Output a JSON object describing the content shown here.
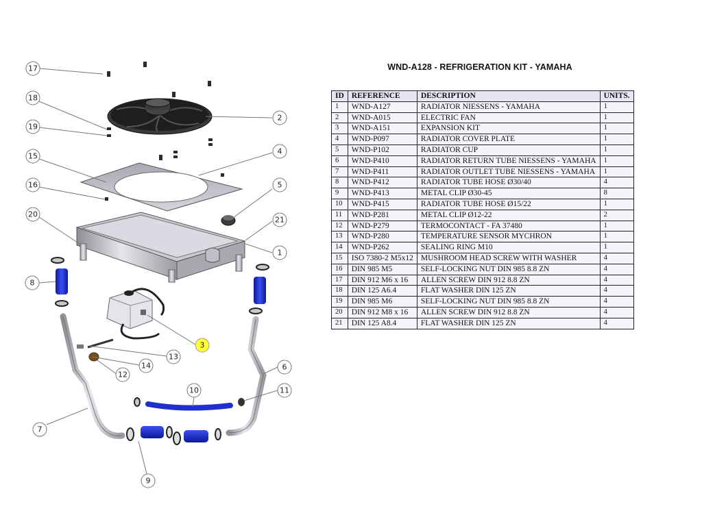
{
  "title": "WND-A128 - REFRIGERATION KIT - YAMAHA",
  "table": {
    "headers": [
      "ID",
      "REFERENCE",
      "DESCRIPTION",
      "UNITS."
    ],
    "rows": [
      [
        "1",
        "WND-A127",
        "RADIATOR NIESSENS - YAMAHA",
        "1"
      ],
      [
        "2",
        "WND-A015",
        "ELECTRIC FAN",
        "1"
      ],
      [
        "3",
        "WND-A151",
        "EXPANSION KIT",
        "1"
      ],
      [
        "4",
        "WND-P097",
        "RADIATOR COVER PLATE",
        "1"
      ],
      [
        "5",
        "WND-P102",
        "RADIATOR CUP",
        "1"
      ],
      [
        "6",
        "WND-P410",
        "RADIATOR RETURN TUBE NIESSENS - YAMAHA",
        "1"
      ],
      [
        "7",
        "WND-P411",
        "RADIATOR OUTLET TUBE NIESSENS - YAMAHA",
        "1"
      ],
      [
        "8",
        "WND-P412",
        "RADIATOR TUBE HOSE Ø30/40",
        "4"
      ],
      [
        "9",
        "WND-P413",
        "METAL CLIP Ø30-45",
        "8"
      ],
      [
        "10",
        "WND-P415",
        "RADIATOR TUBE HOSE Ø15/22",
        "1"
      ],
      [
        "11",
        "WND-P281",
        "METAL CLIP Ø12-22",
        "2"
      ],
      [
        "12",
        "WND-P279",
        "TERMOCONTACT - FA 37480",
        "1"
      ],
      [
        "13",
        "WND-P280",
        "TEMPERATURE SENSOR MYCHRON",
        "1"
      ],
      [
        "14",
        "WND-P262",
        "SEALING RING M10",
        "1"
      ],
      [
        "15",
        "ISO 7380-2 M5x12",
        "MUSHROOM HEAD SCREW WITH WASHER",
        "4"
      ],
      [
        "16",
        "DIN 985 M5",
        "SELF-LOCKING NUT DIN 985 8.8 ZN",
        "4"
      ],
      [
        "17",
        "DIN 912 M6 x 16",
        "ALLEN SCREW DIN 912 8.8 ZN",
        "4"
      ],
      [
        "18",
        "DIN 125 A6.4",
        "FLAT WASHER DIN 125 ZN",
        "4"
      ],
      [
        "19",
        "DIN 985 M6",
        "SELF-LOCKING NUT DIN 985 8.8 ZN",
        "4"
      ],
      [
        "20",
        "DIN 912 M8 x 16",
        "ALLEN SCREW DIN 912 8.8 ZN",
        "4"
      ],
      [
        "21",
        "DIN 125 A8.4",
        "FLAT WASHER DIN 125 ZN",
        "4"
      ]
    ]
  },
  "callouts": [
    "1",
    "2",
    "3",
    "4",
    "5",
    "6",
    "7",
    "8",
    "9",
    "10",
    "11",
    "12",
    "13",
    "14",
    "15",
    "16",
    "17",
    "18",
    "19",
    "20",
    "21"
  ],
  "highlight_color": "#ffff33",
  "hose_color": "#1f2fd0"
}
